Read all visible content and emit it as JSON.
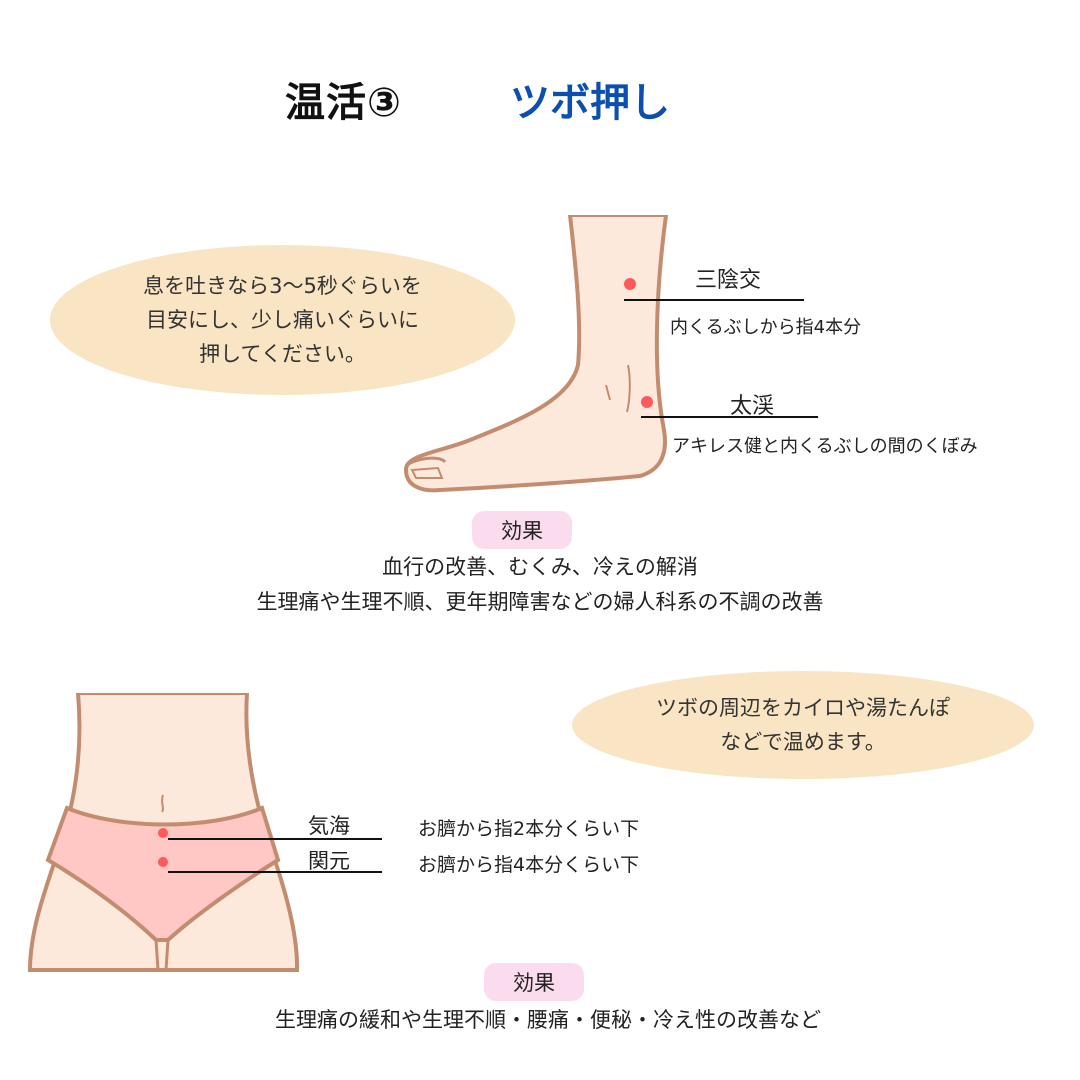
{
  "header": {
    "title": "温活③",
    "subtitle": "ツボ押し"
  },
  "section1": {
    "bubble": [
      "息を吐きなら3〜5秒ぐらいを",
      "目安にし、少し痛いぐらいに",
      "押してください。"
    ],
    "points": [
      {
        "name": "三陰交",
        "desc": "内くるぶしから指4本分"
      },
      {
        "name": "太渓",
        "desc": "アキレス健と内くるぶしの間のくぼみ"
      }
    ],
    "effect_label": "効果",
    "effects": [
      "血行の改善、むくみ、冷えの解消",
      "生理痛や生理不順、更年期障害などの婦人科系の不調の改善"
    ]
  },
  "section2": {
    "bubble": [
      "ツボの周辺をカイロや湯たんぽ",
      "などで温めます。"
    ],
    "points": [
      {
        "name": "気海",
        "desc": "お臍から指2本分くらい下"
      },
      {
        "name": "関元",
        "desc": "お臍から指4本分くらい下"
      }
    ],
    "effect_label": "効果",
    "effects": [
      "生理痛の緩和や生理不順・腰痛・便秘・冷え性の改善など"
    ]
  },
  "colors": {
    "accent": "#0b4fb0",
    "point": "#ff5a5a",
    "skin": "#fde9dc",
    "outline": "#c48c6e",
    "bubble": "#f9e4c3",
    "badge": "#fbdcee"
  }
}
